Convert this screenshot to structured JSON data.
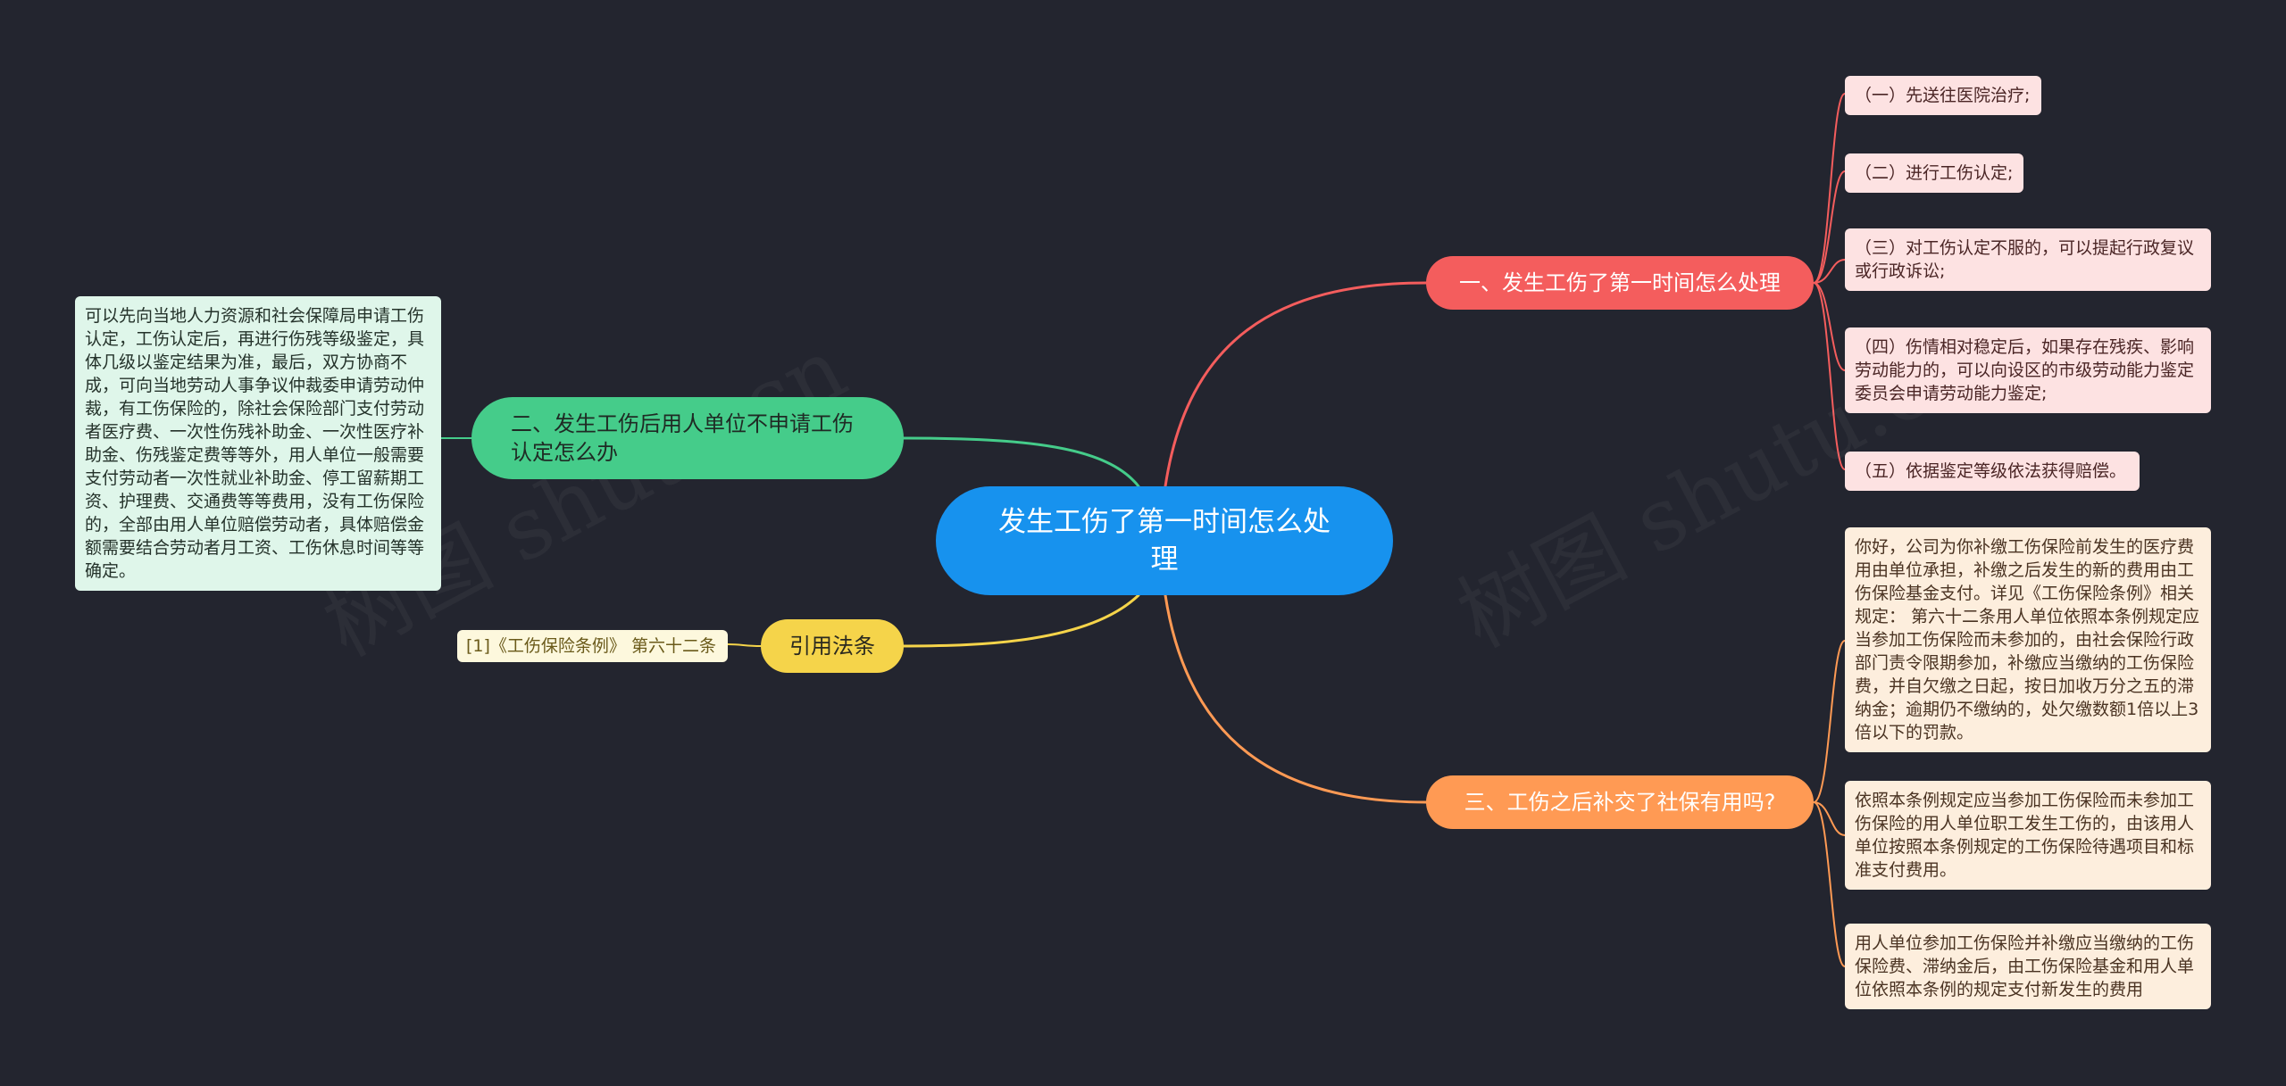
{
  "center": {
    "label": "发生工伤了第一时间怎么处理"
  },
  "branches": {
    "b1": {
      "label": "一、发生工伤了第一时间怎么处理",
      "color": "#f45d5d"
    },
    "b2": {
      "label": "二、发生工伤后用人单位不申请工伤认定怎么办",
      "color": "#45cc8a"
    },
    "b3": {
      "label": "引用法条",
      "color": "#f5d44a"
    },
    "b4": {
      "label": "三、工伤之后补交了社保有用吗?",
      "color": "#ff9a54"
    }
  },
  "leaves": {
    "b1": [
      "（一）先送往医院治疗;",
      "（二）进行工伤认定;",
      "（三）对工伤认定不服的，可以提起行政复议或行政诉讼;",
      "（四）伤情相对稳定后，如果存在残疾、影响劳动能力的，可以向设区的市级劳动能力鉴定委员会申请劳动能力鉴定;",
      "（五）依据鉴定等级依法获得赔偿。"
    ],
    "b2": [
      "可以先向当地人力资源和社会保障局申请工伤认定，工伤认定后，再进行伤残等级鉴定，具体几级以鉴定结果为准，最后，双方协商不成，可向当地劳动人事争议仲裁委申请劳动仲裁，有工伤保险的，除社会保险部门支付劳动者医疗费、一次性伤残补助金、一次性医疗补助金、伤残鉴定费等等外，用人单位一般需要支付劳动者一次性就业补助金、停工留薪期工资、护理费、交通费等等费用，没有工伤保险的，全部由用人单位赔偿劳动者，具体赔偿金额需要结合劳动者月工资、工伤休息时间等等确定。"
    ],
    "b3": [
      "[1]《工伤保险条例》 第六十二条"
    ],
    "b4": [
      "你好，公司为你补缴工伤保险前发生的医疗费用由单位承担，补缴之后发生的新的费用由工伤保险基金支付。详见《工伤保险条例》相关规定： 第六十二条用人单位依照本条例规定应当参加工伤保险而未参加的，由社会保险行政部门责令限期参加，补缴应当缴纳的工伤保险费，并自欠缴之日起，按日加收万分之五的滞纳金；逾期仍不缴纳的，处欠缴数额1倍以上3倍以下的罚款。",
      "依照本条例规定应当参加工伤保险而未参加工伤保险的用人单位职工发生工伤的，由该用人单位按照本条例规定的工伤保险待遇项目和标准支付费用。",
      "用人单位参加工伤保险并补缴应当缴纳的工伤保险费、滞纳金后，由工伤保险基金和用人单位依照本条例的规定支付新发生的费用"
    ]
  },
  "watermark": {
    "text": "树图 shutu.cn"
  }
}
